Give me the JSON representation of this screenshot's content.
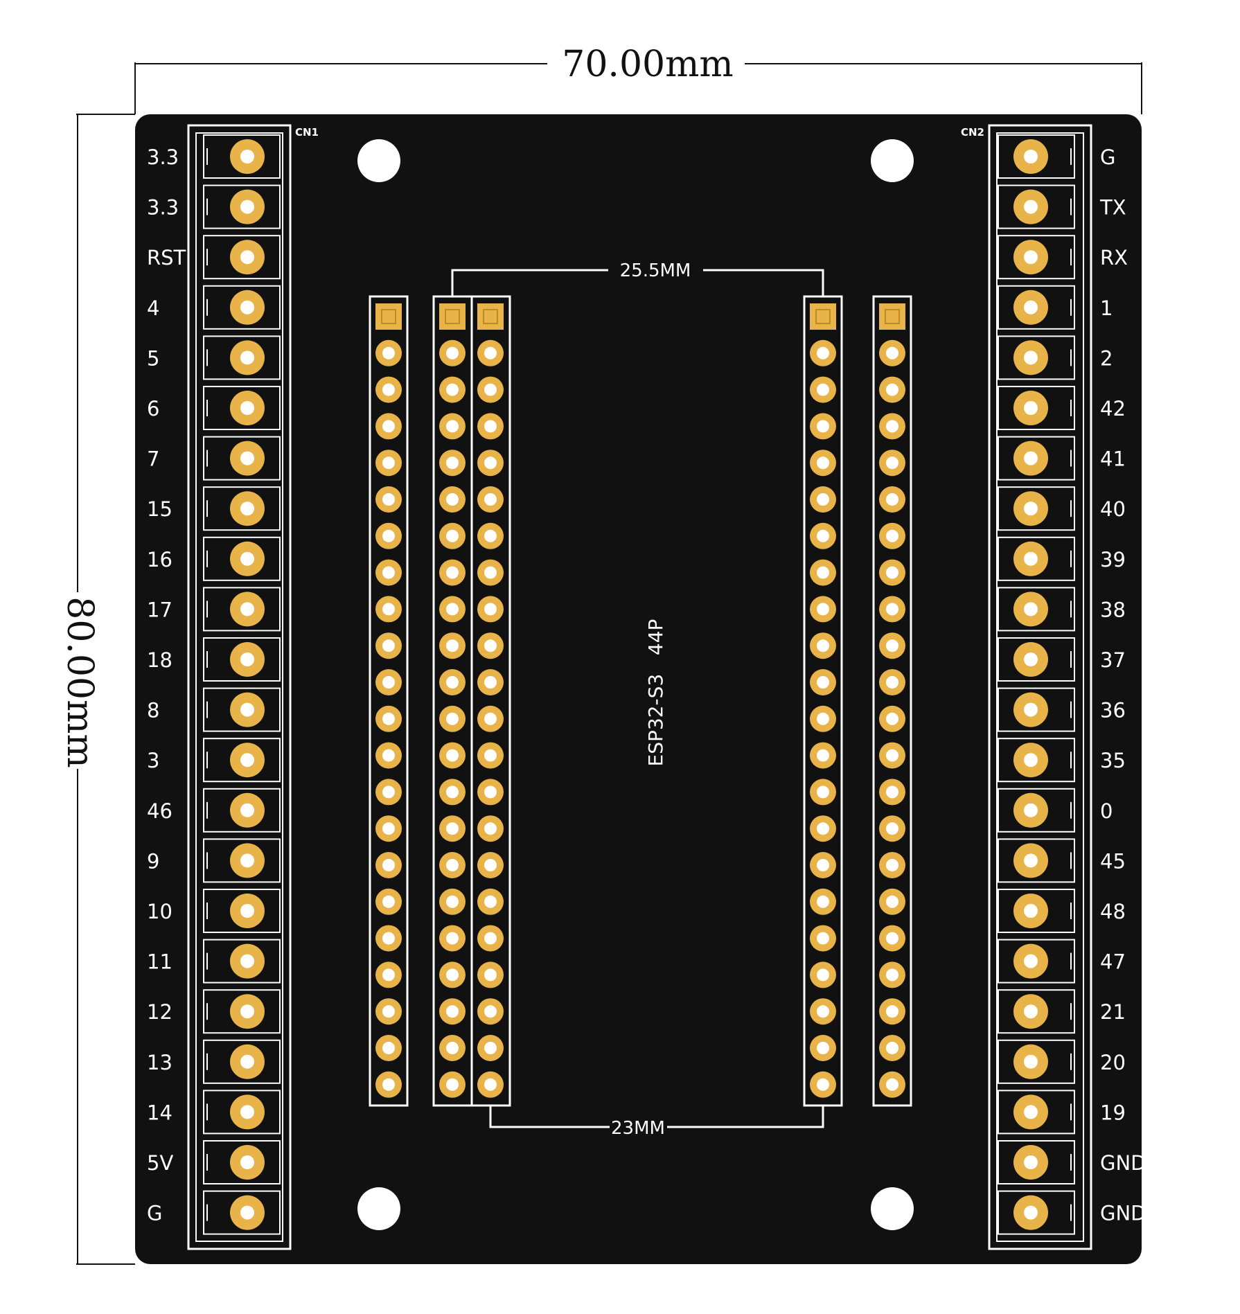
{
  "dimensions": {
    "width_label": "70.00mm",
    "height_label": "80.00mm",
    "header_spacing_top": "25.5MM",
    "header_spacing_bottom": "23MM"
  },
  "board": {
    "module_label": "ESP32-S3   44P",
    "connector_left": "CN1",
    "connector_right": "CN2",
    "left_pins": [
      "3.3",
      "3.3",
      "RST",
      "4",
      "5",
      "6",
      "7",
      "15",
      "16",
      "17",
      "18",
      "8",
      "3",
      "46",
      "9",
      "10",
      "11",
      "12",
      "13",
      "14",
      "5V",
      "G"
    ],
    "right_pins": [
      "G",
      "TX",
      "RX",
      "1",
      "2",
      "42",
      "41",
      "40",
      "39",
      "38",
      "37",
      "36",
      "35",
      "0",
      "45",
      "48",
      "47",
      "21",
      "20",
      "19",
      "GND",
      "GND"
    ],
    "header_rows": 22,
    "header_columns": 5,
    "mounting_holes": 4
  },
  "colors": {
    "board": "#111111",
    "silkscreen": "#ffffff",
    "copper_pad": "#e8b44a",
    "pad_hole": "#ffffff"
  }
}
